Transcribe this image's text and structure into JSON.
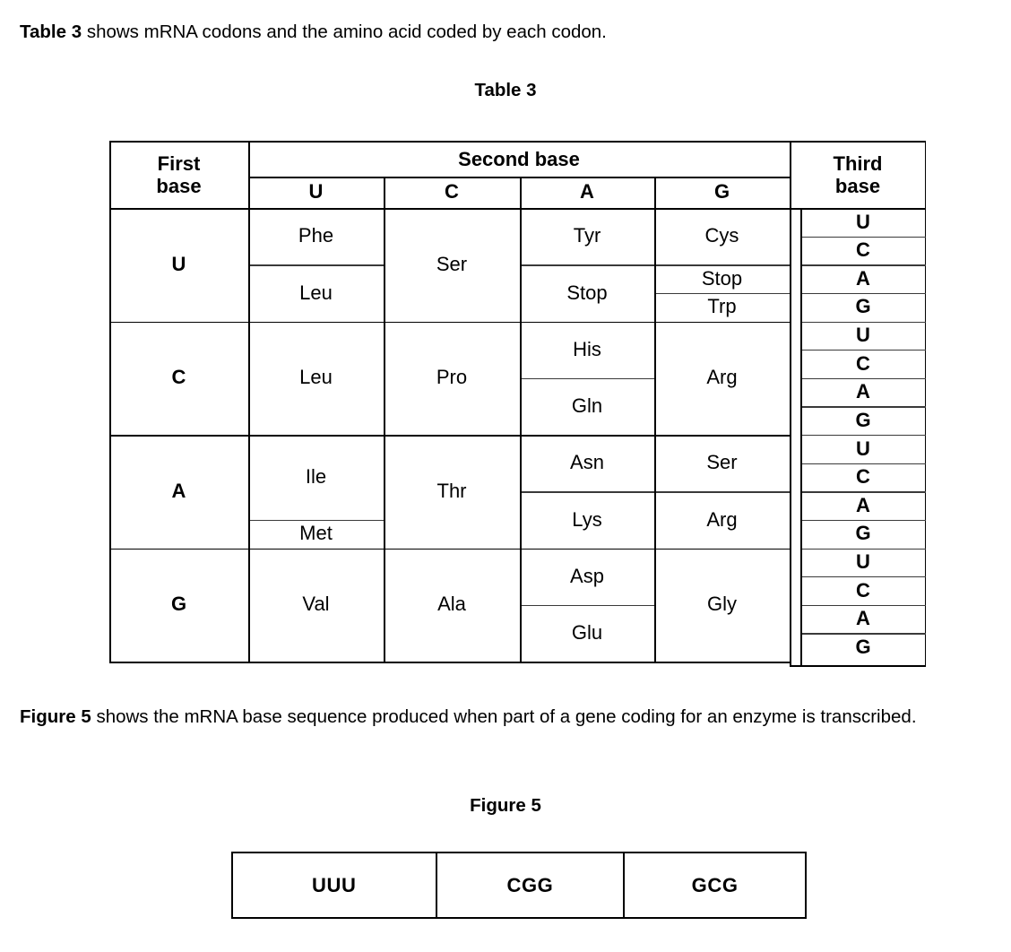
{
  "intro": {
    "lead": "Table 3",
    "rest": " shows mRNA codons and the amino acid coded by each codon."
  },
  "table_caption": "Table 3",
  "figure_intro": {
    "lead": "Figure 5",
    "rest": " shows the mRNA base sequence produced when part of a gene coding for an enzyme is transcribed."
  },
  "figure_caption": "Figure 5",
  "table3": {
    "headers": {
      "first_base": "First\nbase",
      "second_base": "Second base",
      "third_base": "Third\nbase",
      "second_base_cols": [
        "U",
        "C",
        "A",
        "G"
      ]
    },
    "third_base_sequence": [
      "U",
      "C",
      "A",
      "G",
      "U",
      "C",
      "A",
      "G",
      "U",
      "C",
      "A",
      "G",
      "U",
      "C",
      "A",
      "G"
    ],
    "rows": [
      {
        "first_base": "U",
        "cells": [
          {
            "col": "U",
            "entries": [
              {
                "label": "Phe",
                "span": 2
              },
              {
                "label": "Leu",
                "span": 2
              }
            ]
          },
          {
            "col": "C",
            "entries": [
              {
                "label": "Ser",
                "span": 4
              }
            ]
          },
          {
            "col": "A",
            "entries": [
              {
                "label": "Tyr",
                "span": 2
              },
              {
                "label": "Stop",
                "span": 2
              }
            ]
          },
          {
            "col": "G",
            "entries": [
              {
                "label": "Cys",
                "span": 2
              },
              {
                "label": "Stop",
                "span": 1
              },
              {
                "label": "Trp",
                "span": 1
              }
            ]
          }
        ]
      },
      {
        "first_base": "C",
        "cells": [
          {
            "col": "U",
            "entries": [
              {
                "label": "Leu",
                "span": 4
              }
            ]
          },
          {
            "col": "C",
            "entries": [
              {
                "label": "Pro",
                "span": 4
              }
            ]
          },
          {
            "col": "A",
            "entries": [
              {
                "label": "His",
                "span": 2
              },
              {
                "label": "Gln",
                "span": 2
              }
            ]
          },
          {
            "col": "G",
            "entries": [
              {
                "label": "Arg",
                "span": 4
              }
            ]
          }
        ]
      },
      {
        "first_base": "A",
        "cells": [
          {
            "col": "U",
            "entries": [
              {
                "label": "Ile",
                "span": 3
              },
              {
                "label": "Met",
                "span": 1
              }
            ]
          },
          {
            "col": "C",
            "entries": [
              {
                "label": "Thr",
                "span": 4
              }
            ]
          },
          {
            "col": "A",
            "entries": [
              {
                "label": "Asn",
                "span": 2
              },
              {
                "label": "Lys",
                "span": 2
              }
            ]
          },
          {
            "col": "G",
            "entries": [
              {
                "label": "Ser",
                "span": 2
              },
              {
                "label": "Arg",
                "span": 2
              }
            ]
          }
        ]
      },
      {
        "first_base": "G",
        "cells": [
          {
            "col": "U",
            "entries": [
              {
                "label": "Val",
                "span": 4
              }
            ]
          },
          {
            "col": "C",
            "entries": [
              {
                "label": "Ala",
                "span": 4
              }
            ]
          },
          {
            "col": "A",
            "entries": [
              {
                "label": "Asp",
                "span": 2
              },
              {
                "label": "Glu",
                "span": 2
              }
            ]
          },
          {
            "col": "G",
            "entries": [
              {
                "label": "Gly",
                "span": 4
              }
            ]
          }
        ]
      }
    ]
  },
  "figure5": {
    "codons": [
      "UUU",
      "CGG",
      "GCG"
    ]
  },
  "colors": {
    "text": "#000000",
    "border": "#000000",
    "inner_border": "#3a3a3a",
    "background": "#ffffff"
  }
}
